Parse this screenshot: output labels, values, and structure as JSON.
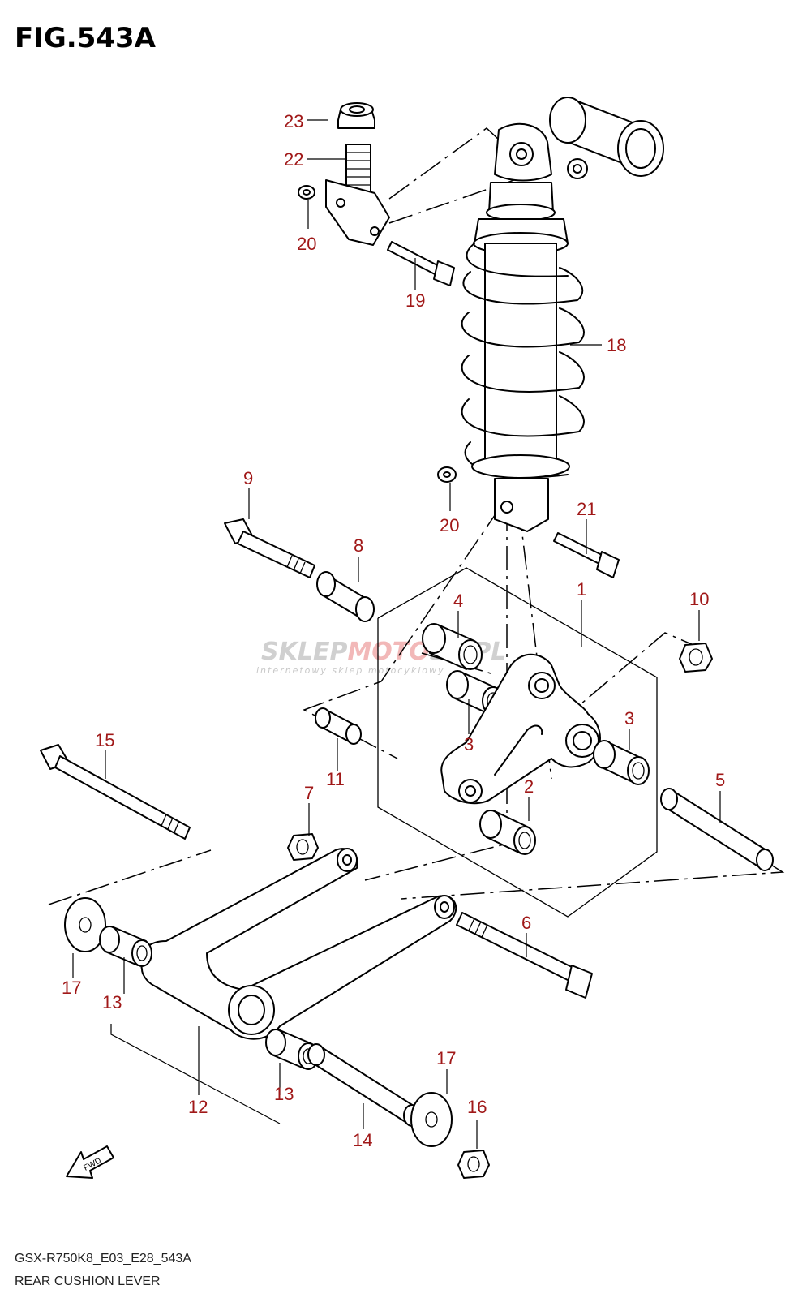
{
  "figure": {
    "title": "FIG.543A",
    "model_code": "GSX-R750K8_E03_E28_543A",
    "name": "REAR CUSHION LEVER"
  },
  "watermark": {
    "brand_part1": "SKLEP",
    "brand_part2": "MOTO",
    "brand_part3": "SS.PL",
    "tagline": "internetowy sklep motocyklowy"
  },
  "fwd_label": "FWD",
  "callouts": [
    {
      "id": "c23",
      "label": "23"
    },
    {
      "id": "c22",
      "label": "22"
    },
    {
      "id": "c20a",
      "label": "20"
    },
    {
      "id": "c19",
      "label": "19"
    },
    {
      "id": "c18",
      "label": "18"
    },
    {
      "id": "c9",
      "label": "9"
    },
    {
      "id": "c20b",
      "label": "20"
    },
    {
      "id": "c21",
      "label": "21"
    },
    {
      "id": "c8",
      "label": "8"
    },
    {
      "id": "c4",
      "label": "4"
    },
    {
      "id": "c1",
      "label": "1"
    },
    {
      "id": "c10",
      "label": "10"
    },
    {
      "id": "c3a",
      "label": "3"
    },
    {
      "id": "c3b",
      "label": "3"
    },
    {
      "id": "c15",
      "label": "15"
    },
    {
      "id": "c11",
      "label": "11"
    },
    {
      "id": "c2",
      "label": "2"
    },
    {
      "id": "c5",
      "label": "5"
    },
    {
      "id": "c7",
      "label": "7"
    },
    {
      "id": "c6",
      "label": "6"
    },
    {
      "id": "c17a",
      "label": "17"
    },
    {
      "id": "c13a",
      "label": "13"
    },
    {
      "id": "c12",
      "label": "12"
    },
    {
      "id": "c13b",
      "label": "13"
    },
    {
      "id": "c17b",
      "label": "17"
    },
    {
      "id": "c16",
      "label": "16"
    },
    {
      "id": "c14",
      "label": "14"
    }
  ]
}
